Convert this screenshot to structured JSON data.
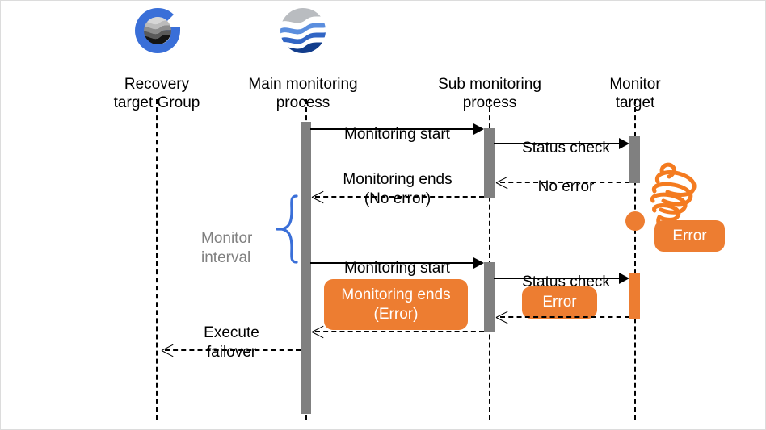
{
  "diagram": {
    "title": "Monitoring sequence with failover",
    "colors": {
      "accent_orange": "#ED7D31",
      "activation_gray": "#808080",
      "logo_blue": "#3A6FD8",
      "logo_navy": "#123D8C",
      "interval_text_gray": "#808080",
      "lifeline_black": "#000000",
      "canvas_white": "#FFFFFF"
    },
    "participants": [
      {
        "id": "recovery-target-group",
        "label": "Recovery\ntarget Group",
        "icon": "recovery-group-logo-icon",
        "has_icon": true
      },
      {
        "id": "main-monitoring-process",
        "label": "Main monitoring\nprocess",
        "icon": "monitoring-process-logo-icon",
        "has_icon": true
      },
      {
        "id": "sub-monitoring-process",
        "label": "Sub monitoring\nprocess",
        "icon": "",
        "has_icon": false
      },
      {
        "id": "monitor-target",
        "label": "Monitor\ntarget",
        "icon": "",
        "has_icon": false
      }
    ],
    "messages": [
      {
        "id": "monitoring-start-1",
        "label": "Monitoring start",
        "from": "main-monitoring-process",
        "to": "sub-monitoring-process",
        "style": "solid"
      },
      {
        "id": "status-check-1",
        "label": "Status check",
        "from": "sub-monitoring-process",
        "to": "monitor-target",
        "style": "solid"
      },
      {
        "id": "no-error-reply",
        "label": "No error",
        "from": "monitor-target",
        "to": "sub-monitoring-process",
        "style": "dashed"
      },
      {
        "id": "monitoring-ends-no-error",
        "label": "Monitoring ends\n(No error)",
        "from": "sub-monitoring-process",
        "to": "main-monitoring-process",
        "style": "dashed"
      },
      {
        "id": "monitoring-start-2",
        "label": "Monitoring start",
        "from": "main-monitoring-process",
        "to": "sub-monitoring-process",
        "style": "solid"
      },
      {
        "id": "status-check-2",
        "label": "Status check",
        "from": "sub-monitoring-process",
        "to": "monitor-target",
        "style": "solid"
      },
      {
        "id": "error-reply",
        "label": "Error",
        "from": "monitor-target",
        "to": "sub-monitoring-process",
        "style": "dashed",
        "highlight": true
      },
      {
        "id": "monitoring-ends-error",
        "label": "Monitoring ends\n(Error)",
        "from": "sub-monitoring-process",
        "to": "main-monitoring-process",
        "style": "dashed",
        "highlight": true
      },
      {
        "id": "execute-failover",
        "label": "Execute\nfailover",
        "from": "main-monitoring-process",
        "to": "recovery-target-group",
        "style": "dashed"
      }
    ],
    "annotations": {
      "monitor_interval": "Monitor\ninterval",
      "error_badge": "Error",
      "error_event_marker": "error-event-dot"
    }
  }
}
